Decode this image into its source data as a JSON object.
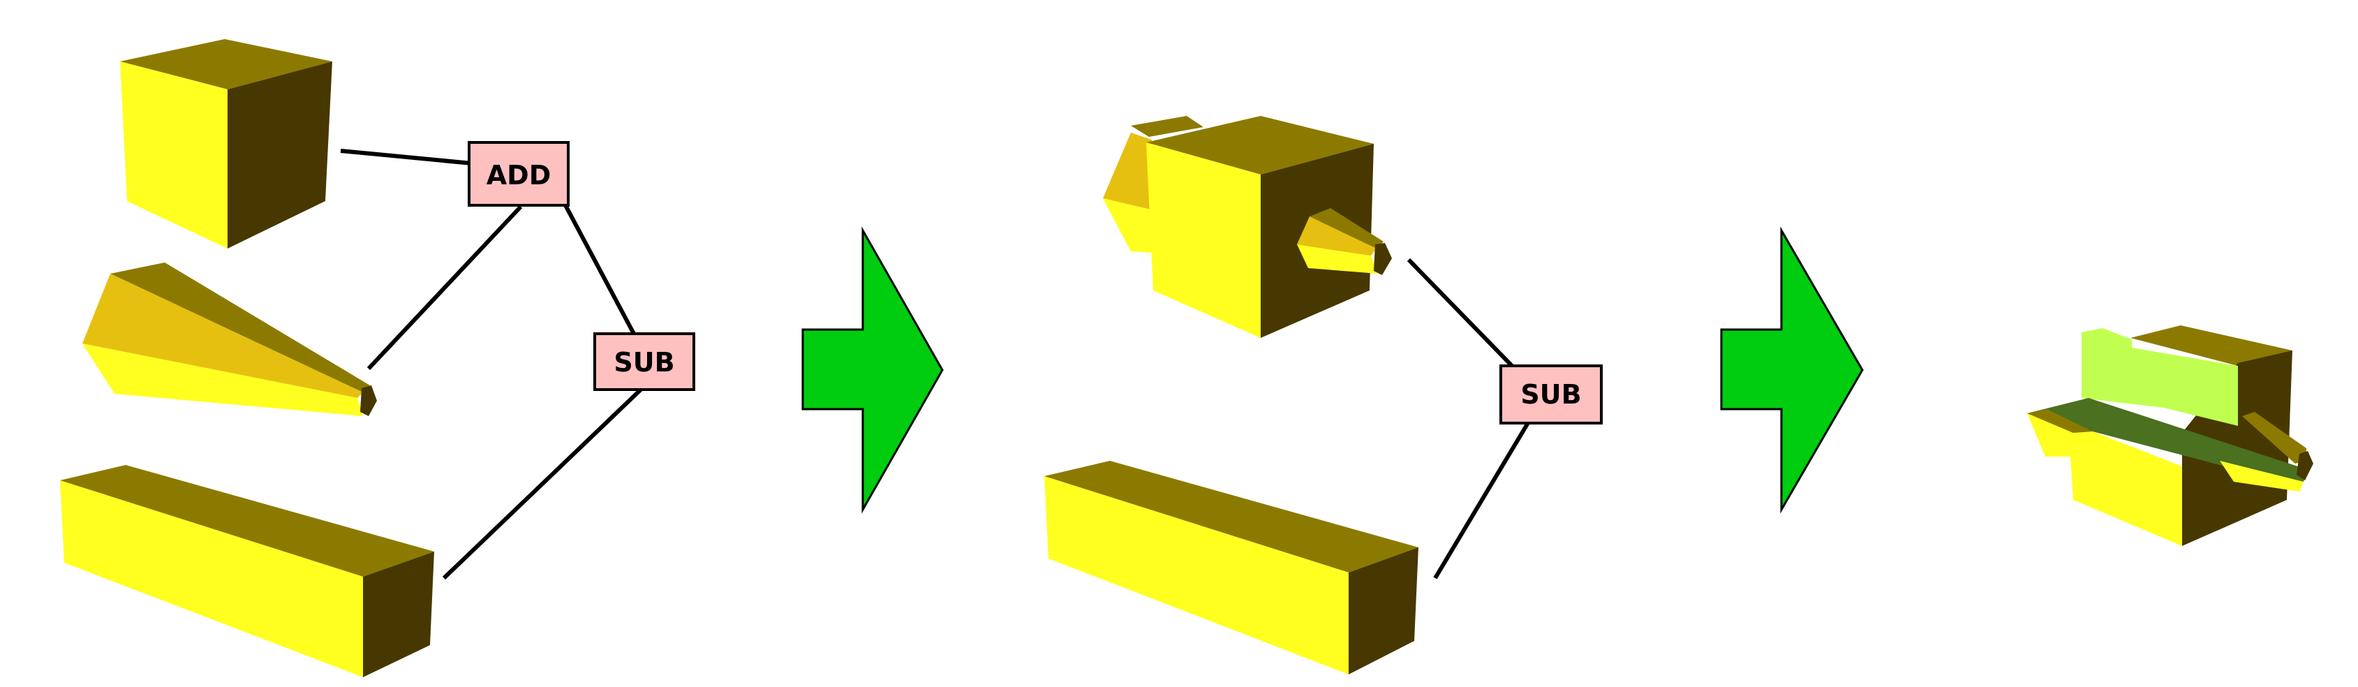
{
  "operations": {
    "add_label": "ADD",
    "sub1_label": "SUB",
    "sub2_label": "SUB"
  },
  "colors": {
    "face_light": "#ffff20",
    "face_top": "#8c7a00",
    "face_dark": "#463800",
    "wedge_mid": "#e6c010",
    "label_fill": "#ffc0c0",
    "arrow_fill": "#00cc10",
    "result_light": "#c0ff50",
    "result_dark": "#4a7020",
    "line": "#000000"
  }
}
